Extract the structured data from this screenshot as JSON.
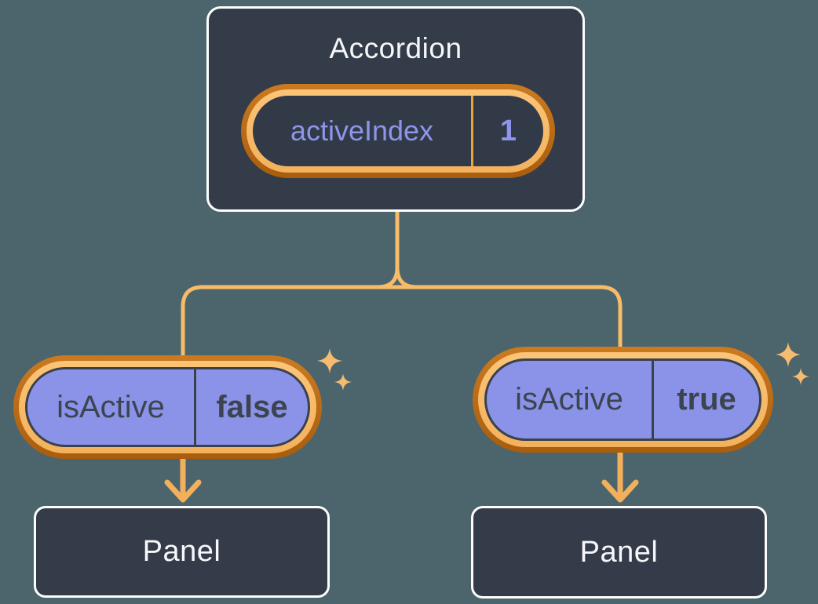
{
  "diagram": {
    "accordion": {
      "title": "Accordion",
      "state": {
        "name": "activeIndex",
        "value": "1"
      }
    },
    "branches": [
      {
        "prop": {
          "name": "isActive",
          "value": "false"
        },
        "panel": {
          "label": "Panel"
        }
      },
      {
        "prop": {
          "name": "isActive",
          "value": "true"
        },
        "panel": {
          "label": "Panel"
        }
      }
    ],
    "icons": {
      "sparkle": "sparkle-icon"
    },
    "colors": {
      "background": "#4c656c",
      "node_fill": "#343c49",
      "node_border": "#ffffff",
      "title_text": "#f6f7f9",
      "state_text": "#8e95ea",
      "prop_fill": "#8b93e8",
      "prop_text": "#3d4450",
      "ring_outer": "#b4641a",
      "ring_inner": "#f8bb6a",
      "state_divider": "#e8a440",
      "prop_divider": "#39414d",
      "connector": "#f8bb6a",
      "arrow": "#f3b05c",
      "sparkle": "#f5bc6f"
    }
  }
}
